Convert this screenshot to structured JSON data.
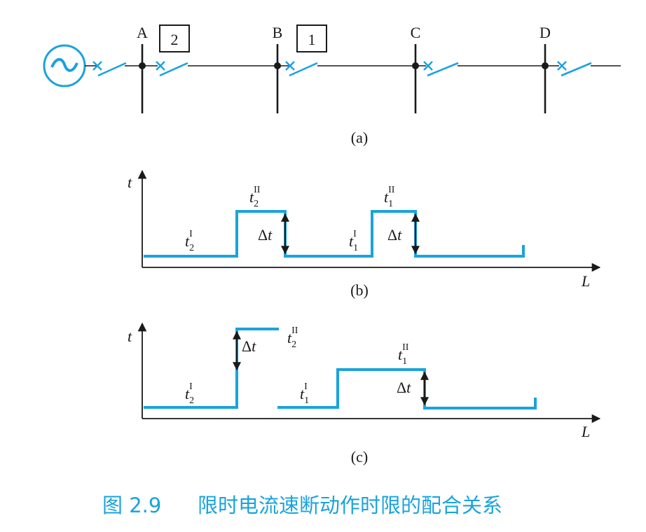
{
  "colors": {
    "accent": "#1aa3dd",
    "ink": "#1a1a1a"
  },
  "diagram_a": {
    "source_icon": "ac-source-icon",
    "buses": [
      {
        "label": "A"
      },
      {
        "label": "B"
      },
      {
        "label": "C"
      },
      {
        "label": "D"
      }
    ],
    "relays": [
      {
        "label": "2"
      },
      {
        "label": "1"
      }
    ],
    "panel_label": "(a)"
  },
  "diagram_b": {
    "t_axis": "t",
    "l_axis": "L",
    "t2_I": {
      "base": "t",
      "sub": "2",
      "sup": "I"
    },
    "t2_II": {
      "base": "t",
      "sub": "2",
      "sup": "II"
    },
    "t1_I": {
      "base": "t",
      "sub": "1",
      "sup": "I"
    },
    "t1_II": {
      "base": "t",
      "sub": "1",
      "sup": "II"
    },
    "delta1": {
      "delta": "Δ",
      "var": "t"
    },
    "delta2": {
      "delta": "Δ",
      "var": "t"
    },
    "panel_label": "(b)"
  },
  "diagram_c": {
    "t_axis": "t",
    "l_axis": "L",
    "t2_I": {
      "base": "t",
      "sub": "2",
      "sup": "I"
    },
    "t2_II": {
      "base": "t",
      "sub": "2",
      "sup": "II"
    },
    "t1_I": {
      "base": "t",
      "sub": "1",
      "sup": "I"
    },
    "t1_II": {
      "base": "t",
      "sub": "1",
      "sup": "II"
    },
    "delta1": {
      "delta": "Δ",
      "var": "t"
    },
    "delta2": {
      "delta": "Δ",
      "var": "t"
    },
    "panel_label": "(c)"
  },
  "caption": {
    "number": "图 2.9",
    "title": "限时电流速断动作时限的配合关系"
  }
}
